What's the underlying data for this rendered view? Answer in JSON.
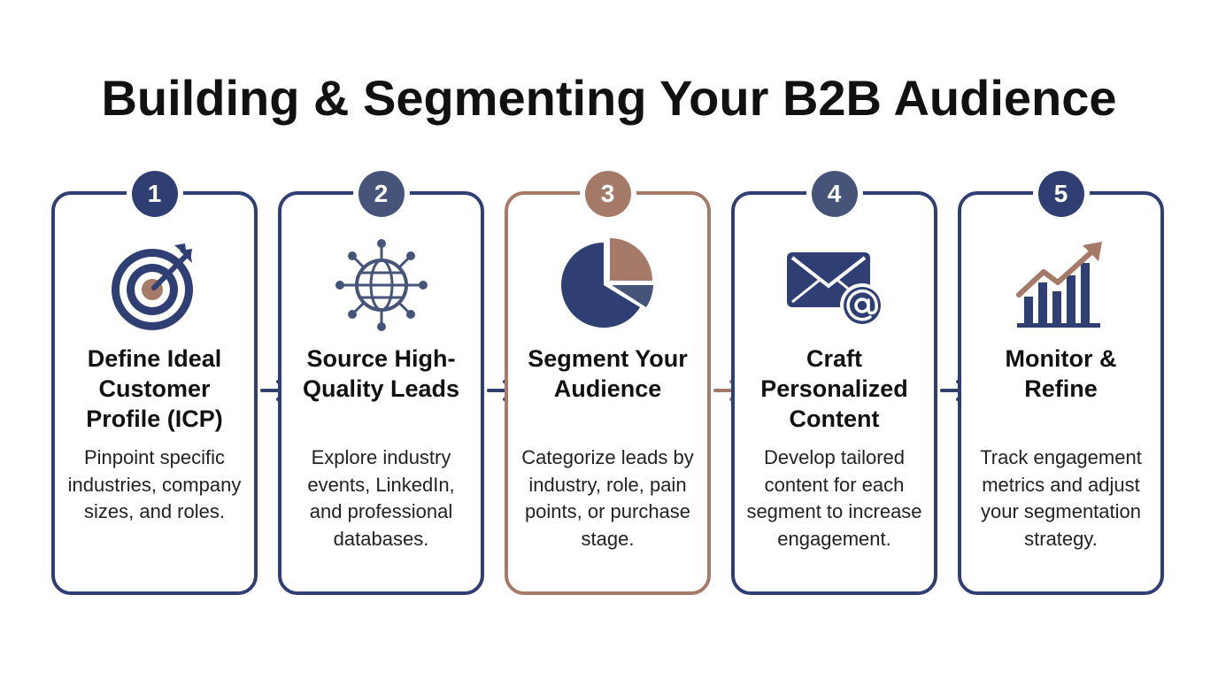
{
  "title": "Building & Segmenting Your B2B Audience",
  "colors": {
    "navy": "#2f3f73",
    "slate": "#455478",
    "accent": "#a57a68",
    "background": "#ffffff"
  },
  "steps": [
    {
      "number": "1",
      "icon": "target-dart-icon",
      "title": "Define Ideal Customer Profile (ICP)",
      "description": "Pinpoint specific industries, company sizes, and roles."
    },
    {
      "number": "2",
      "icon": "globe-network-icon",
      "title": "Source High-Quality Leads",
      "description": "Explore industry events, LinkedIn, and professional databases."
    },
    {
      "number": "3",
      "icon": "pie-chart-icon",
      "title": "Segment Your Audience",
      "description": "Categorize leads by industry, role, pain points, or purchase stage."
    },
    {
      "number": "4",
      "icon": "email-at-icon",
      "title": "Craft Personalized Content",
      "description": "Develop tailored content for each segment to increase engagement."
    },
    {
      "number": "5",
      "icon": "growth-bar-chart-icon",
      "title": "Monitor & Refine",
      "description": "Track engagement metrics and adjust your segmentation strategy."
    }
  ]
}
